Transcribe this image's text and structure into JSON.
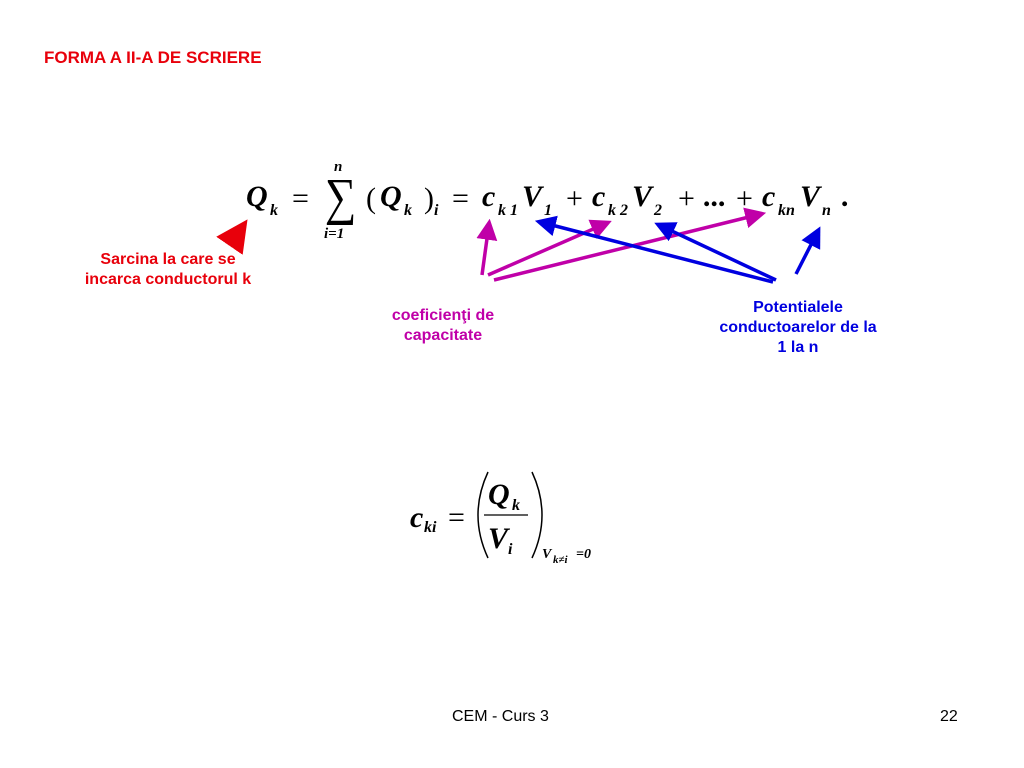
{
  "slide": {
    "title": "FORMA A II-A DE SCRIERE",
    "footer_center": "CEM - Curs 3",
    "page_number": "22"
  },
  "equation1": {
    "lhs": "Q",
    "lhs_sub": "k",
    "sum_top": "n",
    "sum_bottom": "i=1",
    "term": "Q",
    "term_sub": "k",
    "outer_sub": "i",
    "c1": "c",
    "c1_sub": "k 1",
    "v1": "V",
    "v1_sub": "1",
    "c2": "c",
    "c2_sub": "k 2",
    "v2": "V",
    "v2_sub": "2",
    "ellipsis": "...",
    "cn": "c",
    "cn_sub": "kn",
    "vn": "V",
    "vn_sub": "n",
    "end": "."
  },
  "equation2": {
    "lhs": "c",
    "lhs_sub": "ki",
    "num": "Q",
    "num_sub": "k",
    "den": "V",
    "den_sub": "i",
    "cond": "V",
    "cond_sub": "k≠i",
    "cond_val": "=0"
  },
  "annotations": {
    "charge_label": [
      "Sarcina la care se",
      "incarca  conductorul k"
    ],
    "coef_label": [
      "coeficienţi de",
      "capacitate"
    ],
    "potential_label": [
      "Potentialele",
      "conductoarelor de la",
      "1 la n"
    ]
  },
  "colors": {
    "title": "#e8000b",
    "charge_arrow": "#e8000b",
    "coef_arrow": "#c000a8",
    "potential_arrow": "#0000e0"
  }
}
